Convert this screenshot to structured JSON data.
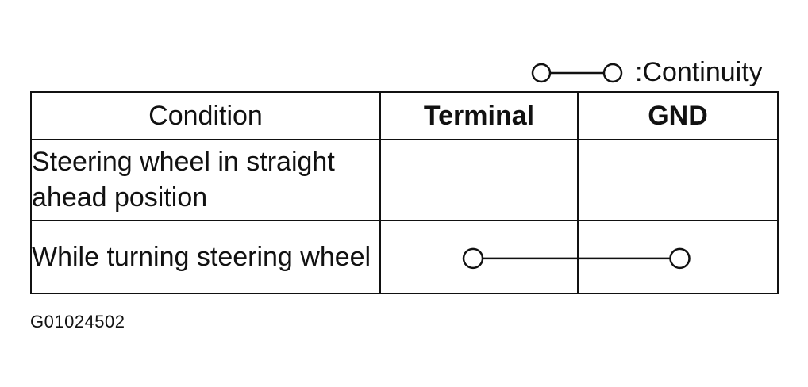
{
  "legend": {
    "icon": "continuity-symbol-icon",
    "label": ":Continuity"
  },
  "table": {
    "headers": {
      "condition": "Condition",
      "terminal": "Terminal",
      "gnd": "GND"
    },
    "rows": [
      {
        "condition": "Steering wheel in straight ahead position",
        "continuity": false
      },
      {
        "condition": "While turning steering wheel",
        "continuity": true
      }
    ]
  },
  "figure_id": "G01024502",
  "colors": {
    "line": "#111111",
    "background": "#ffffff"
  }
}
